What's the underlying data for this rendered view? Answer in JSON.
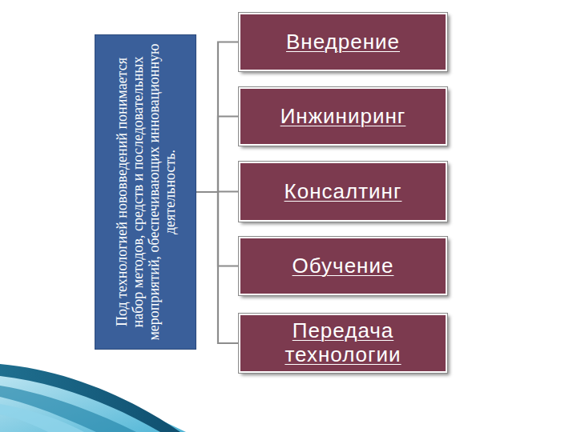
{
  "diagram": {
    "nodes": [
      {
        "text": [
          "Под технологией нововведений понимается набор методов, средств и последовательных мероприятий, обеспечивающих инновационную деятельность."
        ]
      },
      {
        "text": [
          "Внедрение"
        ]
      },
      {
        "text": [
          "Инжиниринг"
        ]
      },
      {
        "text": [
          "Консалтинг"
        ]
      },
      {
        "text": [
          "Обучение"
        ]
      },
      {
        "text": [
          "Передача технологии"
        ]
      }
    ],
    "edges": [
      {
        "from": 0,
        "to": 1,
        "arrow": "none"
      },
      {
        "from": 0,
        "to": 2,
        "arrow": "none"
      },
      {
        "from": 0,
        "to": 3,
        "arrow": "none"
      },
      {
        "from": 0,
        "to": 4,
        "arrow": "none"
      },
      {
        "from": 0,
        "to": 5,
        "arrow": "none"
      }
    ]
  }
}
